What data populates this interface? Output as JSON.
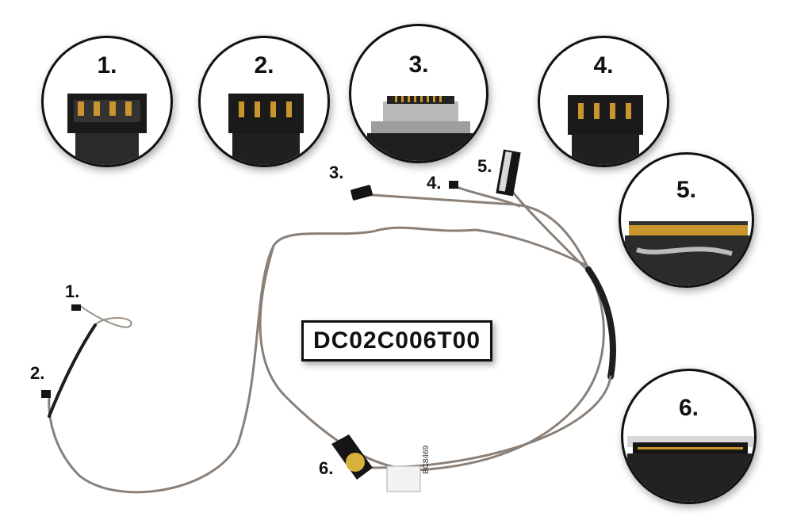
{
  "zoom_labels": [
    "1.",
    "2.",
    "3.",
    "4.",
    "5.",
    "6."
  ],
  "cable_labels": [
    "1.",
    "2.",
    "3.",
    "4.",
    "5.",
    "6."
  ],
  "part_number": "DC02C006T00",
  "sticker_text": "BC8469",
  "colors": {
    "cable_gray": "#8a8078",
    "cable_dark": "#1e1e1e",
    "gold": "#c9952c",
    "connector_black": "#151515"
  }
}
